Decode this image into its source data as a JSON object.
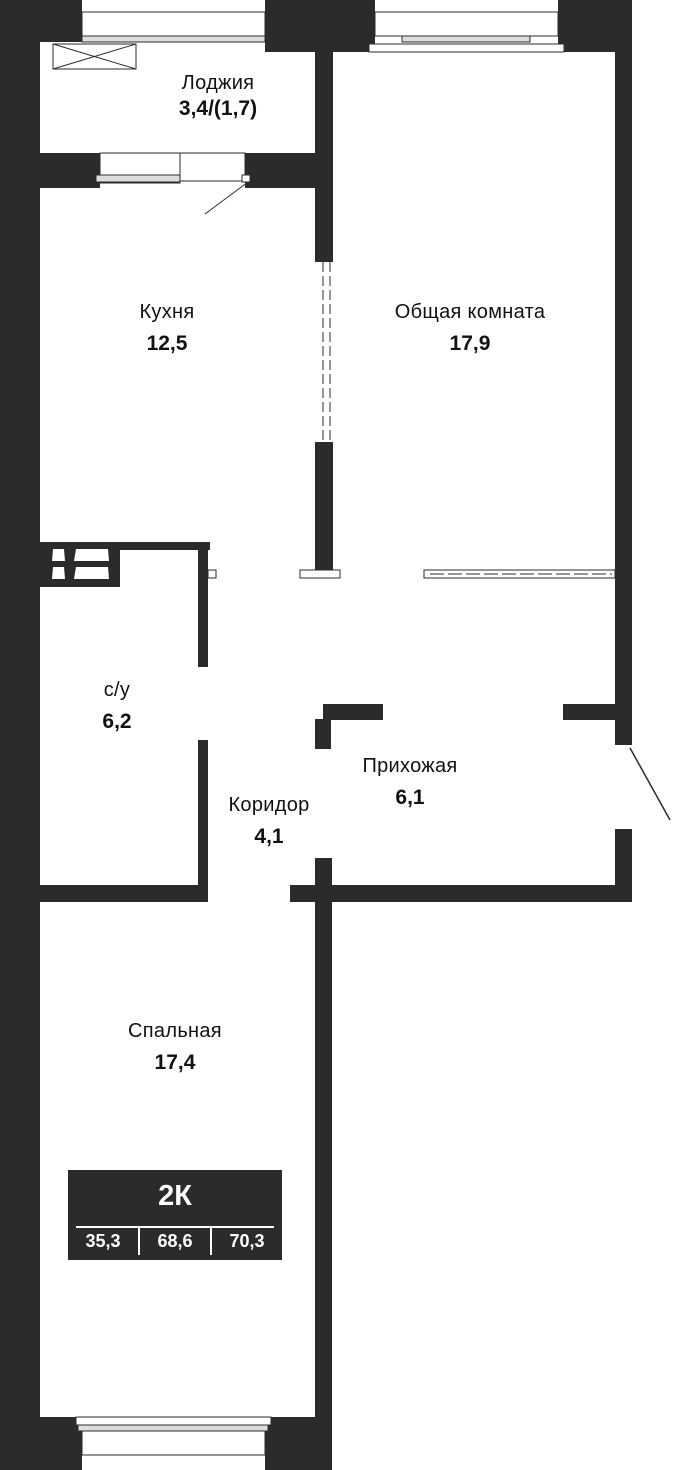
{
  "plan": {
    "apartment_type": "2К",
    "areas": {
      "living": "35,3",
      "total": "68,6",
      "total_with_loggia": "70,3"
    },
    "rooms": [
      {
        "id": "loggia",
        "name": "Лоджия",
        "area": "3,4/(1,7)"
      },
      {
        "id": "kitchen",
        "name": "Кухня",
        "area": "12,5"
      },
      {
        "id": "living-room",
        "name": "Общая комната",
        "area": "17,9"
      },
      {
        "id": "bathroom",
        "name": "с/у",
        "area": "6,2"
      },
      {
        "id": "hallway",
        "name": "Прихожая",
        "area": "6,1"
      },
      {
        "id": "corridor",
        "name": "Коридор",
        "area": "4,1"
      },
      {
        "id": "bedroom",
        "name": "Спальная",
        "area": "17,4"
      }
    ],
    "colors": {
      "wall": "#2b2b2b",
      "background": "#ffffff",
      "text": "#111111"
    }
  }
}
